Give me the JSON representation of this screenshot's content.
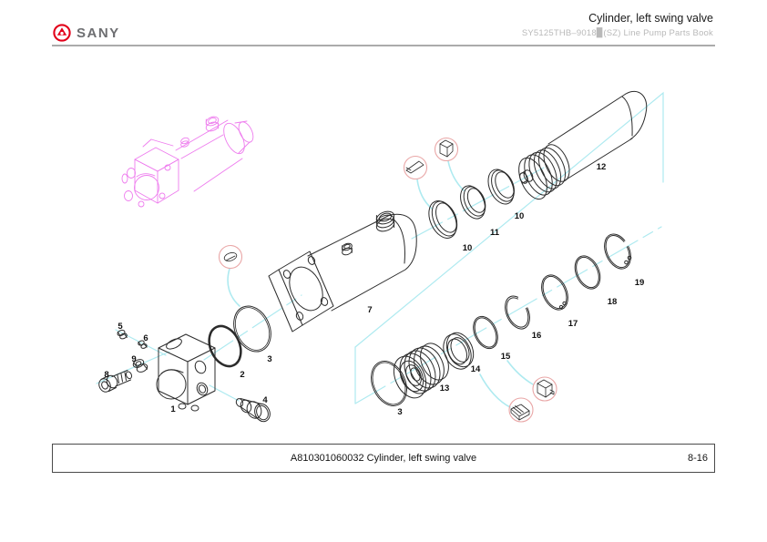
{
  "header": {
    "brand": "SANY",
    "title": "Cylinder, left swing valve",
    "subtitle": "SY5125THB–9018▉(SZ) Line Pump Parts Book"
  },
  "footer": {
    "caption": "A810301060032 Cylinder, left swing valve",
    "page": "8-16"
  },
  "diagram": {
    "callout_labels": [
      "5",
      "6",
      "9",
      "8",
      "1",
      "2",
      "3",
      "4",
      "7",
      "10",
      "11",
      "10",
      "12",
      "3",
      "13",
      "14",
      "15",
      "16",
      "17",
      "18",
      "19"
    ]
  },
  "colors": {
    "brand_red": "#e2001a",
    "brand_gray": "#6d6e71",
    "title_black": "#1a1a1a",
    "subtitle_gray": "#b9b9b9",
    "rule_gray": "#ababab",
    "line_black": "#2b2b2b",
    "line_cyan": "#aeeaf0",
    "line_magenta": "#ee7dee",
    "detail_circle_red": "#e9a6a6",
    "footer_border": "#4a4a4a"
  }
}
